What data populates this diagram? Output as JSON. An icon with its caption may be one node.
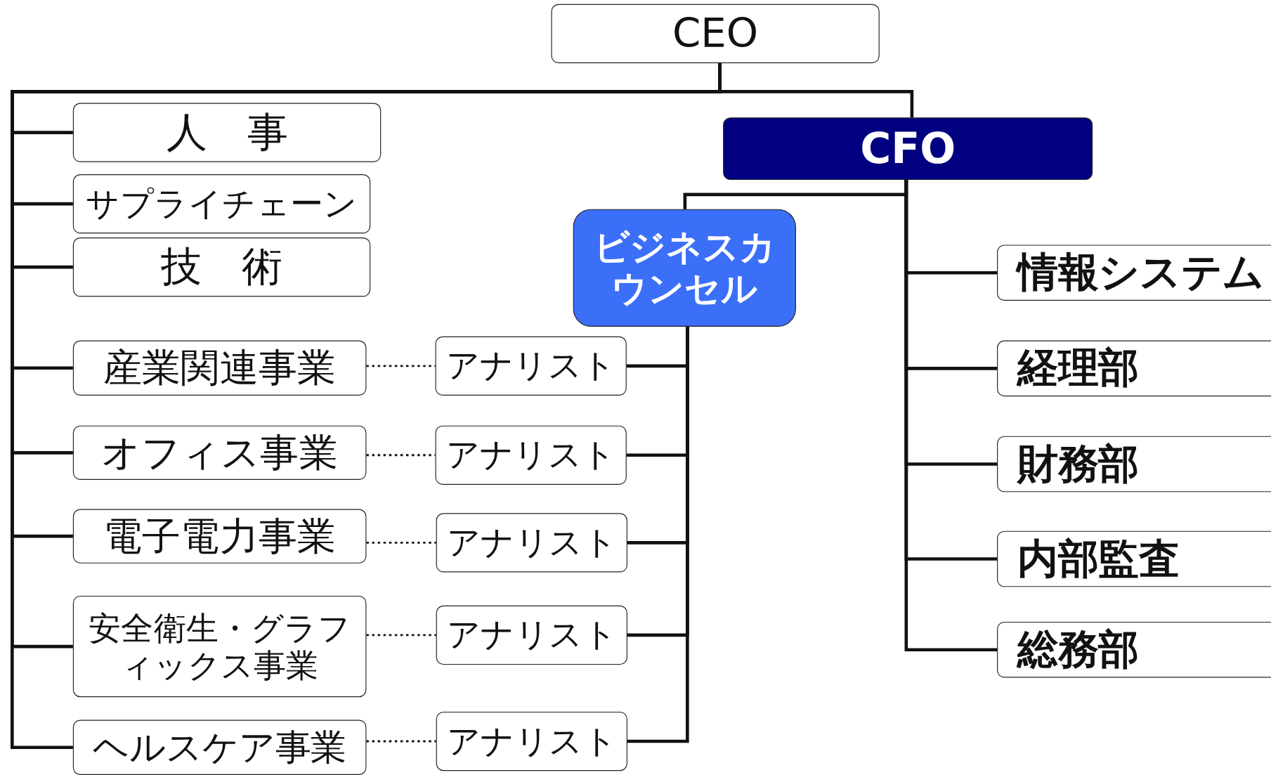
{
  "diagram": {
    "nodes": [
      {
        "text": [
          "CEO"
        ]
      },
      {
        "text": [
          "人　事"
        ]
      },
      {
        "text": [
          "サプライチェーン"
        ]
      },
      {
        "text": [
          "技　術"
        ]
      },
      {
        "text": [
          "産業関連事業"
        ]
      },
      {
        "text": [
          "オフィス事業"
        ]
      },
      {
        "text": [
          "電子電力事業"
        ]
      },
      {
        "text": [
          "安全衛生・グラフィックス事業"
        ]
      },
      {
        "text": [
          "ヘルスケア事業"
        ]
      },
      {
        "text": [
          "CFO"
        ]
      },
      {
        "text": [
          "ビジネスカウンセル"
        ]
      },
      {
        "text": [
          "アナリスト"
        ]
      },
      {
        "text": [
          "アナリスト"
        ]
      },
      {
        "text": [
          "アナリスト"
        ]
      },
      {
        "text": [
          "アナリスト"
        ]
      },
      {
        "text": [
          "アナリスト"
        ]
      },
      {
        "text": [
          "情報システム"
        ]
      },
      {
        "text": [
          "経理部"
        ]
      },
      {
        "text": [
          "財務部"
        ]
      },
      {
        "text": [
          "内部監査"
        ]
      },
      {
        "text": [
          "総務部"
        ]
      }
    ],
    "edges": [
      {
        "from": 0,
        "to": 1,
        "arrow": "none"
      },
      {
        "from": 0,
        "to": 2,
        "arrow": "none"
      },
      {
        "from": 0,
        "to": 3,
        "arrow": "none"
      },
      {
        "from": 0,
        "to": 4,
        "arrow": "none"
      },
      {
        "from": 0,
        "to": 5,
        "arrow": "none"
      },
      {
        "from": 0,
        "to": 6,
        "arrow": "none"
      },
      {
        "from": 0,
        "to": 7,
        "arrow": "none"
      },
      {
        "from": 0,
        "to": 8,
        "arrow": "none"
      },
      {
        "from": 0,
        "to": 9,
        "arrow": "none"
      },
      {
        "from": 9,
        "to": 10,
        "arrow": "none"
      },
      {
        "from": 9,
        "to": 16,
        "arrow": "none"
      },
      {
        "from": 9,
        "to": 17,
        "arrow": "none"
      },
      {
        "from": 9,
        "to": 18,
        "arrow": "none"
      },
      {
        "from": 9,
        "to": 19,
        "arrow": "none"
      },
      {
        "from": 9,
        "to": 20,
        "arrow": "none"
      },
      {
        "from": 10,
        "to": 11,
        "arrow": "none"
      },
      {
        "from": 10,
        "to": 12,
        "arrow": "none"
      },
      {
        "from": 10,
        "to": 13,
        "arrow": "none"
      },
      {
        "from": 10,
        "to": 14,
        "arrow": "none"
      },
      {
        "from": 10,
        "to": 15,
        "arrow": "none"
      },
      {
        "from": 4,
        "to": 11,
        "arrow": "none",
        "style": "dashed"
      },
      {
        "from": 5,
        "to": 12,
        "arrow": "none",
        "style": "dashed"
      },
      {
        "from": 6,
        "to": 13,
        "arrow": "none",
        "style": "dashed"
      },
      {
        "from": 7,
        "to": 14,
        "arrow": "none",
        "style": "dashed"
      },
      {
        "from": 8,
        "to": 15,
        "arrow": "none",
        "style": "dashed"
      }
    ]
  }
}
